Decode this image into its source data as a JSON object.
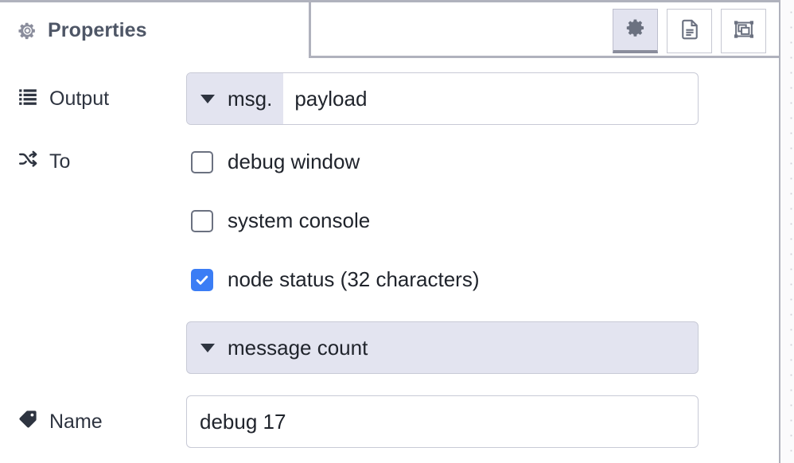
{
  "panel": {
    "tab": {
      "label": "Properties",
      "icon": "gear-icon"
    },
    "actions": [
      {
        "name": "properties-tab-button",
        "icon": "gear-icon",
        "active": true
      },
      {
        "name": "description-tab-button",
        "icon": "document-icon",
        "active": false
      },
      {
        "name": "appearance-tab-button",
        "icon": "appearance-icon",
        "active": false
      }
    ]
  },
  "form": {
    "output": {
      "label": "Output",
      "icon": "list-icon",
      "property_prefix": "msg.",
      "property_value": "payload"
    },
    "to": {
      "label": "To",
      "icon": "shuffle-icon",
      "options": [
        {
          "label": "debug window",
          "checked": false
        },
        {
          "label": "system console",
          "checked": false
        },
        {
          "label": "node status (32 characters)",
          "checked": true
        }
      ],
      "status_mode": "message count"
    },
    "name": {
      "label": "Name",
      "icon": "tag-icon",
      "value": "debug 17",
      "placeholder": "Name"
    }
  },
  "colors": {
    "accent_blue": "#3b7df5",
    "lavender": "#e3e4f0",
    "border_gray": "#c8cad6",
    "text_dark": "#20242c",
    "tab_gray": "#b0b2bd"
  }
}
